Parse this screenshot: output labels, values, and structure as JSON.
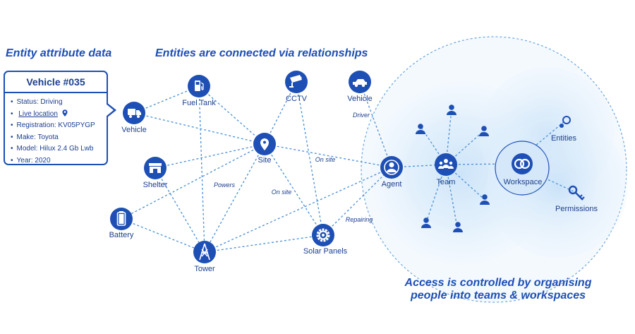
{
  "headings": {
    "entity_attributes": "Entity attribute data",
    "relationships": "Entities are connected via relationships",
    "access_line1": "Access is controlled by organising",
    "access_line2": "people into teams & workspaces"
  },
  "card": {
    "title": "Vehicle #035",
    "status": "Status: Driving",
    "location": "Live location",
    "registration": "Registration: KV05PYGP",
    "make": "Make: Toyota",
    "model": "Model: Hilux 2.4 Gb Lwb",
    "year": "Year: 2020"
  },
  "nodes": {
    "vehicle": "Vehicle",
    "fuel_tank": "Fuel Tank",
    "cctv": "CCTV",
    "vehicle2": "Vehicle",
    "site": "Site",
    "shelter": "Shelter",
    "battery": "Battery",
    "tower": "Tower",
    "solar_panels": "Solar Panels",
    "agent": "Agent",
    "team": "Team",
    "workspace": "Workspace",
    "entities": "Entities",
    "permissions": "Permissions"
  },
  "edge_labels": {
    "driver": "Driver",
    "on_site_1": "On site",
    "powers": "Powers",
    "on_site_2": "On site",
    "repairing": "Repairing"
  },
  "colors": {
    "primary": "#1d4fb5",
    "edge": "#4a8fd6",
    "zone": "#d6eafa"
  },
  "icons": {
    "vehicle": "truck-icon",
    "fuel_tank": "fuel-pump-icon",
    "cctv": "cctv-camera-icon",
    "vehicle2": "car-icon",
    "site": "map-pin-icon",
    "shelter": "shelter-icon",
    "battery": "battery-icon",
    "tower": "tower-icon",
    "solar_panels": "gear-icon",
    "agent": "person-icon",
    "team": "group-icon",
    "workspace": "workspace-icon",
    "entities": "entities-icon",
    "permissions": "key-icon"
  }
}
